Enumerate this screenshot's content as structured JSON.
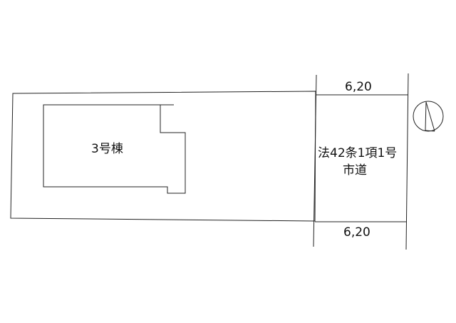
{
  "building": {
    "label": "3号棟"
  },
  "road": {
    "line1": "法42条1項1号",
    "line2": "市道"
  },
  "dimensions": {
    "top_width": "6,20",
    "bottom_width": "6,20"
  },
  "north_arrow": {
    "icon": "north-arrow-icon"
  },
  "colors": {
    "line": "#222222",
    "text": "#111111",
    "background": "#ffffff"
  }
}
